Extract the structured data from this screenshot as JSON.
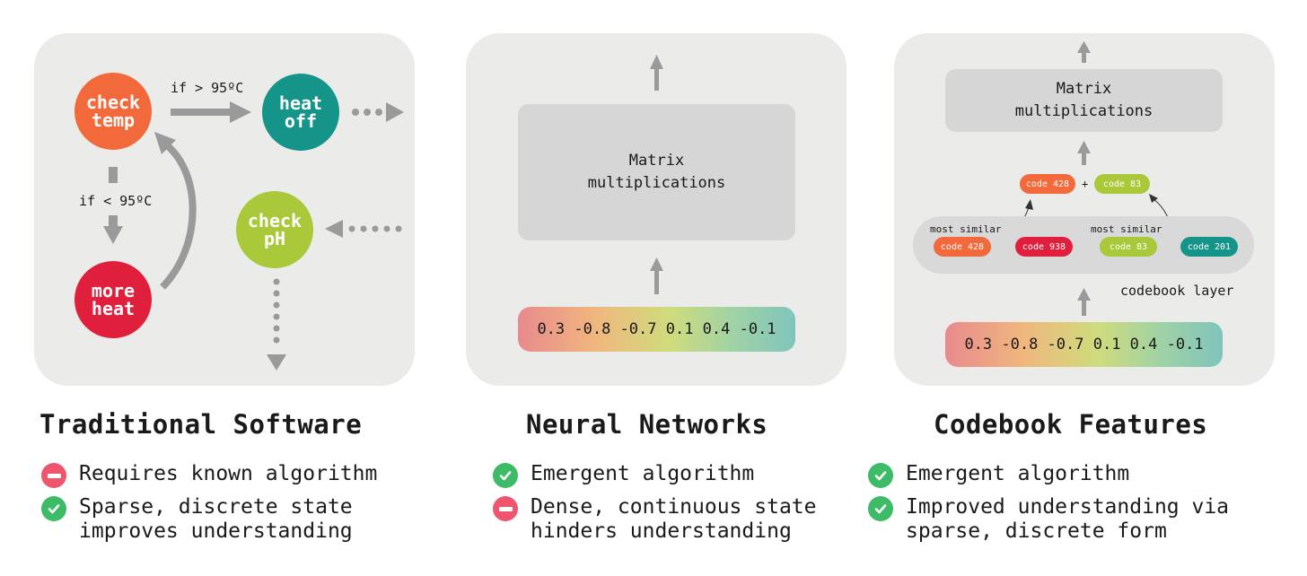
{
  "traditional": {
    "title": "Traditional Software",
    "nodes": {
      "check_temp": "check\ntemp",
      "heat_off": "heat\noff",
      "check_ph": "check\npH",
      "more_heat": "more\nheat"
    },
    "edges": {
      "gt_label": "if > 95ºC",
      "lt_label": "if < 95ºC"
    },
    "bullets": [
      {
        "type": "minus",
        "text": "Requires known algorithm"
      },
      {
        "type": "check",
        "text": "Sparse, discrete state\nimproves understanding"
      }
    ]
  },
  "neural": {
    "title": "Neural Networks",
    "matrix_label": "Matrix\nmultiplications",
    "vector": "0.3 -0.8 -0.7 0.1 0.4 -0.1",
    "bullets": [
      {
        "type": "check",
        "text": "Emergent algorithm"
      },
      {
        "type": "minus",
        "text": "Dense, continuous state\nhinders understanding"
      }
    ]
  },
  "codebook": {
    "title": "Codebook Features",
    "matrix_label": "Matrix\nmultiplications",
    "vector": "0.3 -0.8 -0.7 0.1 0.4 -0.1",
    "layer_label": "codebook layer",
    "most_similar_1": "most similar",
    "most_similar_2": "most similar",
    "plus": "+",
    "selected": [
      "code 428",
      "code 83"
    ],
    "codes": [
      "code 428",
      "code 938",
      "code 83",
      "code 201"
    ],
    "bullets": [
      {
        "type": "check",
        "text": "Emergent algorithm"
      },
      {
        "type": "check",
        "text": "Improved understanding via\nsparse, discrete form"
      }
    ]
  },
  "colors": {
    "panel": "#ebebea",
    "orange": "#f26a3b",
    "teal": "#15958a",
    "lime": "#a9c93a",
    "red": "#e01f3d",
    "arrow": "#9a9a9a",
    "check": "#3dbb66",
    "minus": "#f0556e"
  }
}
